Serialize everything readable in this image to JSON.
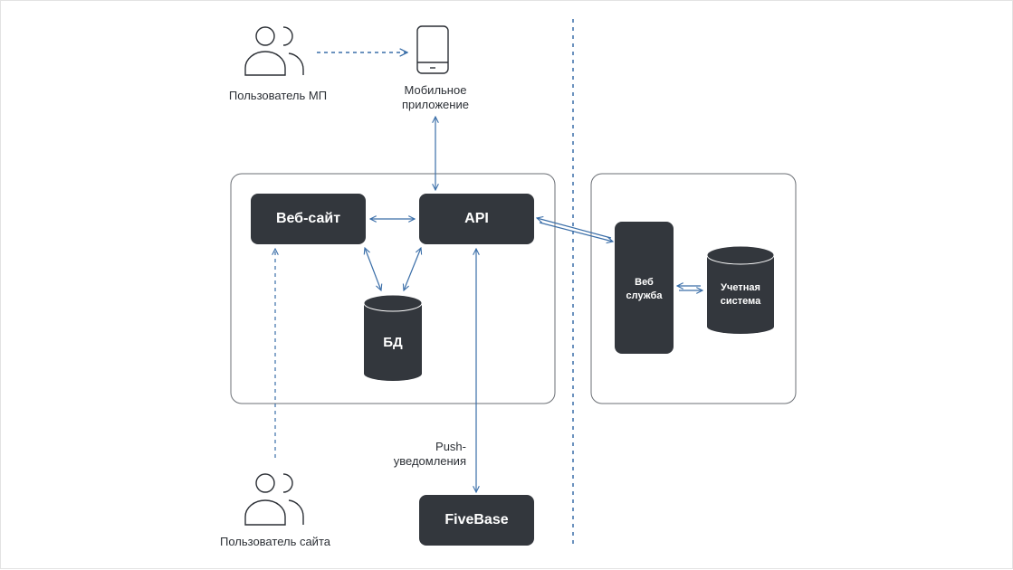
{
  "actors": {
    "mobile_user": "Пользователь МП",
    "site_user": "Пользователь сайта"
  },
  "mobile_app": {
    "line1": "Мобильное",
    "line2": "приложение"
  },
  "nodes": {
    "website": "Веб-сайт",
    "api": "API",
    "db": "БД",
    "firebase": "FiveBase",
    "web_service_line1": "Веб",
    "web_service_line2": "служба",
    "accounting_line1": "Учетная",
    "accounting_line2": "система"
  },
  "push": {
    "line1": "Push-",
    "line2": "уведомления"
  },
  "colors": {
    "node_fill": "#33373d",
    "arrow": "#3a6ea8",
    "frame": "#6b6f75"
  }
}
